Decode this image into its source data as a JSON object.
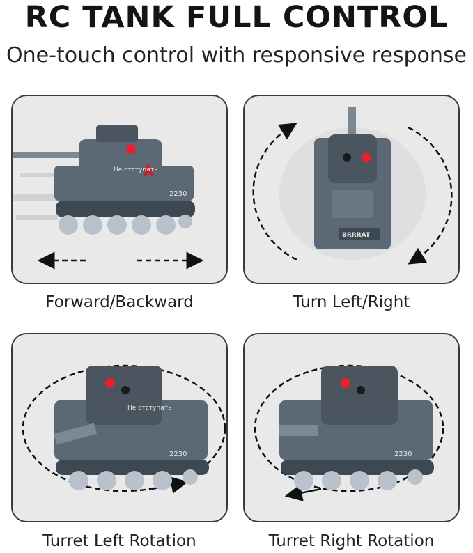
{
  "header": {
    "title": "RC TANK FULL CONTROL",
    "subtitle": "One-touch control with responsive response"
  },
  "panels": [
    {
      "caption": "Forward/Backward",
      "tank_text": "Не отступать",
      "tank_number": "2230"
    },
    {
      "caption": "Turn Left/Right",
      "tank_text": "BRRRAT"
    },
    {
      "caption": "Turret Left Rotation",
      "tank_text": "Не отступать",
      "tank_number": "2230"
    },
    {
      "caption": "Turret Right Rotation",
      "tank_number": "2230"
    }
  ],
  "colors": {
    "tank_body": "#5b6875",
    "tank_dark": "#3e4852",
    "wheel": "#b9c2cc",
    "led": "#e8202a",
    "panel_bg": "#e9e9e9",
    "panel_border": "#3a3a3a"
  }
}
